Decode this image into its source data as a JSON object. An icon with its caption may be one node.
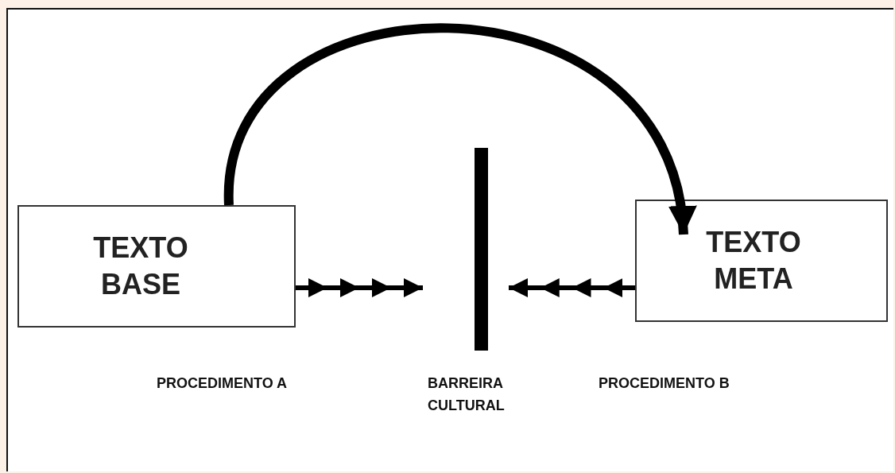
{
  "diagram": {
    "nodes": [
      {
        "text": [
          "TEXTO BASE"
        ]
      },
      {
        "text": [
          "TEXTO META"
        ]
      },
      {
        "text": [],
        "shape": "bar",
        "beside": [
          "BARREIRA CULTURAL"
        ]
      }
    ],
    "edges": [
      {
        "from": 0,
        "to": 1,
        "arrow": "to",
        "style": "thick"
      },
      {
        "from": 0,
        "to": 2,
        "arrow": "to"
      },
      {
        "from": 1,
        "to": 2,
        "arrow": "to"
      }
    ],
    "labels": [
      "PROCEDIMENTO A",
      "PROCEDIMENTO B"
    ]
  }
}
